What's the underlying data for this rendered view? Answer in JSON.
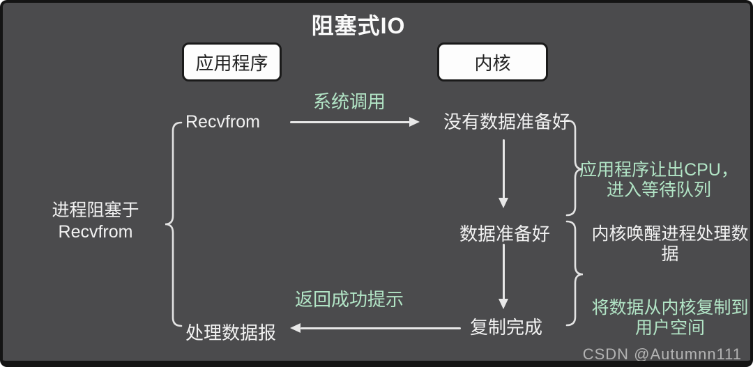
{
  "title": "阻塞式IO",
  "boxes": {
    "application": "应用程序",
    "kernel": "内核"
  },
  "left_label": {
    "line1": "进程阻塞于",
    "line2": "Recvfrom"
  },
  "nodes": {
    "recvfrom": "Recvfrom",
    "no_data_ready": "没有数据准备好",
    "data_ready": "数据准备好",
    "copy_complete": "复制完成",
    "process_datagram": "处理数据报"
  },
  "edge_labels": {
    "system_call": "系统调用",
    "return_success": "返回成功提示"
  },
  "annotations": {
    "yield_cpu": {
      "line1": "应用程序让出CPU，",
      "line2": "进入等待队列"
    },
    "kernel_wakes": {
      "line1": "内核唤醒进程处理数",
      "line2": "据"
    },
    "copy_kernel_to_user": {
      "line1": "将数据从内核复制到",
      "line2": "用户空间"
    }
  },
  "watermark": "CSDN @Autumnn111",
  "colors": {
    "background": "#4b4b4d",
    "border": "#141414",
    "accent_green": "#b2e5c6",
    "text_white": "#f2f2f2",
    "box_background": "#fdfdfd",
    "watermark_gray": "#b3b3b3"
  }
}
